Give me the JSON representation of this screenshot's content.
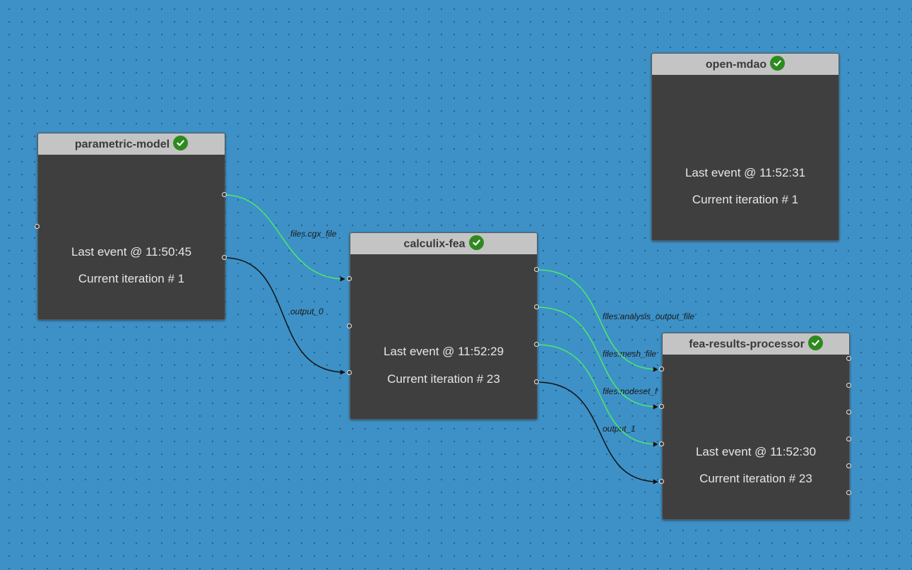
{
  "nodes": {
    "parametric_model": {
      "title": "parametric-model",
      "last_event": "Last event @ 11:50:45",
      "iteration": "Current iteration # 1",
      "status_icon": "check-circle-icon"
    },
    "open_mdao": {
      "title": "open-mdao",
      "last_event": "Last event @ 11:52:31",
      "iteration": "Current iteration # 1",
      "status_icon": "check-circle-icon"
    },
    "calculix_fea": {
      "title": "calculix-fea",
      "last_event": "Last event @ 11:52:29",
      "iteration": "Current iteration # 23",
      "status_icon": "check-circle-icon"
    },
    "fea_results_processor": {
      "title": "fea-results-processor",
      "last_event": "Last event @ 11:52:30",
      "iteration": "Current iteration # 23",
      "status_icon": "check-circle-icon"
    }
  },
  "edges": [
    {
      "label": "files.cgx_file",
      "from": "parametric-model",
      "to": "calculix-fea",
      "color": "#4ee86a"
    },
    {
      "label": "output_0",
      "from": "parametric-model",
      "to": "calculix-fea",
      "color": "#111111"
    },
    {
      "label": "files.analysis_output_file",
      "from": "calculix-fea",
      "to": "fea-results-processor",
      "color": "#4ee86a"
    },
    {
      "label": "files.mesh_file",
      "from": "calculix-fea",
      "to": "fea-results-processor",
      "color": "#4ee86a"
    },
    {
      "label": "files.nodeset_f",
      "from": "calculix-fea",
      "to": "fea-results-processor",
      "color": "#4ee86a"
    },
    {
      "label": "output_1",
      "from": "calculix-fea",
      "to": "fea-results-processor",
      "color": "#111111"
    }
  ],
  "colors": {
    "canvas": "#3d91c6",
    "node_body": "#3f3f3f",
    "node_header": "#c4c4c4",
    "status_ok": "#2e8a1f",
    "file_edge": "#4ee86a",
    "data_edge": "#111111"
  }
}
